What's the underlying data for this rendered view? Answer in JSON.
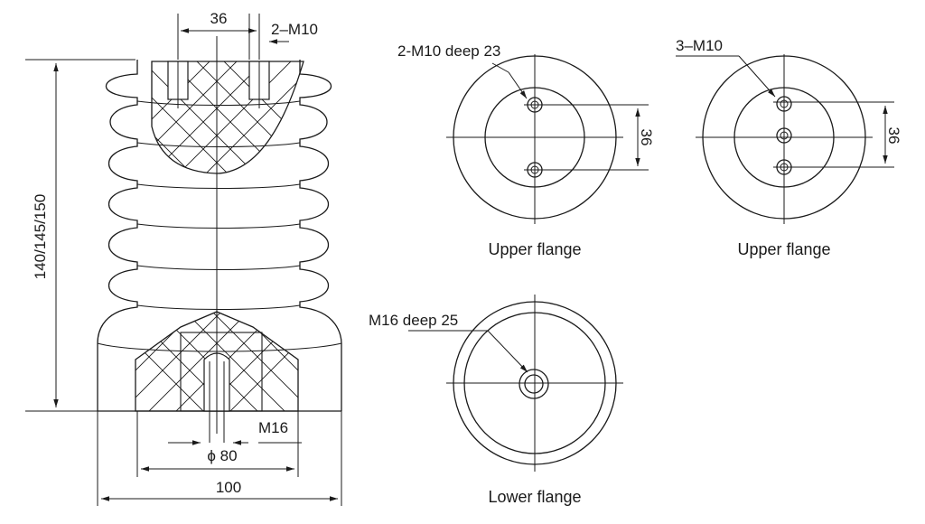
{
  "side_view": {
    "height_label": "140/145/150",
    "top_spacing_label": "36",
    "top_thread_label": "2–M10",
    "bottom_thread_label": "M16",
    "bore_label": "ϕ 80",
    "width_label": "100"
  },
  "upper_flange_2": {
    "callout": "2-M10 deep 23",
    "spacing_label": "36",
    "caption": "Upper flange"
  },
  "upper_flange_3": {
    "callout": "3–M10",
    "spacing_label": "36",
    "caption": "Upper flange"
  },
  "lower_flange": {
    "callout": "M16 deep 25",
    "caption": "Lower flange"
  }
}
